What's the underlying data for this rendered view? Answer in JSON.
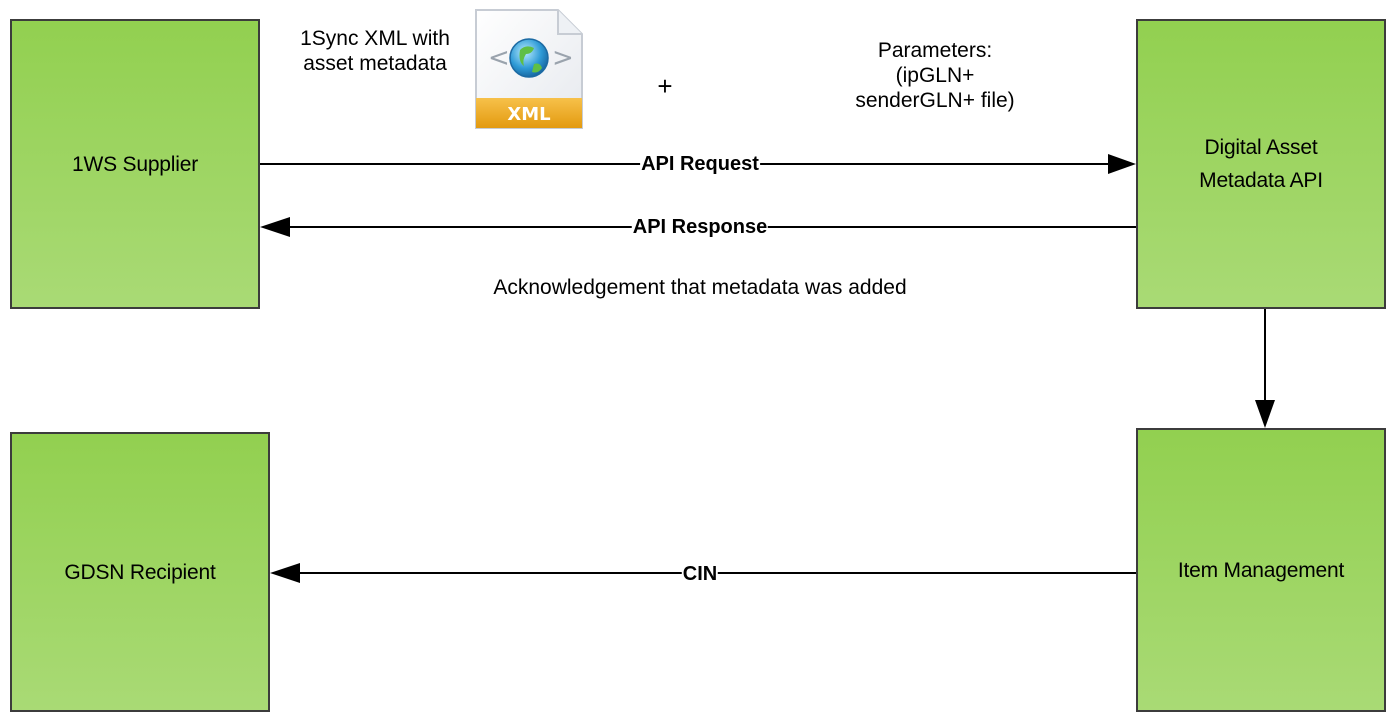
{
  "nodes": {
    "supplier": "1WS Supplier",
    "api": "Digital Asset Metadata API",
    "recipient": "GDSN Recipient",
    "item_management": "Item Management"
  },
  "edges": {
    "request": "API Request",
    "response": "API Response",
    "cin": "CIN"
  },
  "notes": {
    "xml_file": "1Sync XML with asset metadata",
    "plus": "+",
    "parameters": "Parameters: (ipGLN+ senderGLN+ file)",
    "acknowledgement": "Acknowledgement that metadata was added"
  },
  "icons": {
    "xml_icon": "xml-file-icon",
    "xml_icon_badge": "XML"
  }
}
